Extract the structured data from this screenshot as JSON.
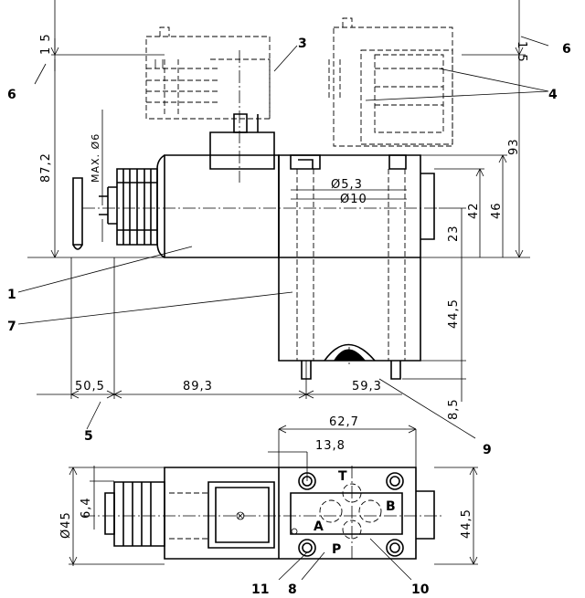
{
  "dimensions": {
    "d15_left": "1 5",
    "d15_right": "1 5",
    "d87_2": "87,2",
    "d93": "93",
    "dmax6": "MAX. Ø6",
    "d5_3": "Ø5,3",
    "d10": "Ø10",
    "d42": "42",
    "d46": "46",
    "d23": "23",
    "d44_5_v": "44,5",
    "d8_5": "8,5",
    "d50_5": "50,5",
    "d89_3": "89,3",
    "d59_3": "59,3",
    "d62_7": "62,7",
    "d13_8": "13,8",
    "d45": "Ø45",
    "d6_4": "6,4",
    "d44_5_h": "44,5"
  },
  "callouts": {
    "c1": "1",
    "c3": "3",
    "c4": "4",
    "c5": "5",
    "c6_left": "6",
    "c6_right": "6",
    "c7": "7",
    "c8": "8",
    "c9": "9",
    "c10": "10",
    "c11": "11"
  },
  "ports": {
    "T": "T",
    "A": "A",
    "B": "B",
    "P": "P"
  }
}
